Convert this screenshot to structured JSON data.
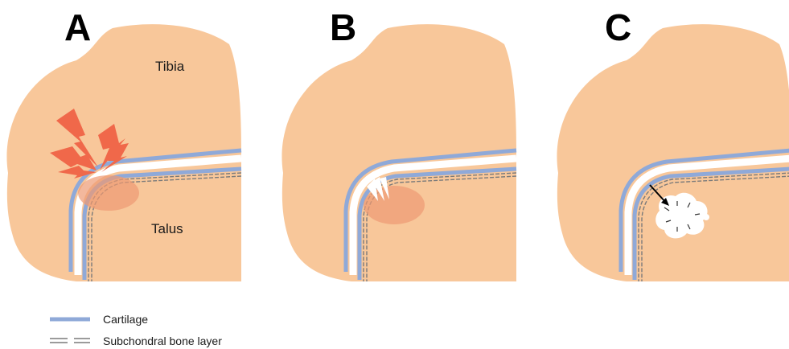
{
  "panels": [
    {
      "letter": "A",
      "labels": {
        "upper": "Tibia",
        "lower": "Talus"
      }
    },
    {
      "letter": "B"
    },
    {
      "letter": "C"
    }
  ],
  "legend": {
    "cartilage": "Cartilage",
    "subchondral": "Subchondral bone layer"
  },
  "colors": {
    "bone": "#f8c79a",
    "cartilage": "#8fa9d8",
    "subchondral": "#7a7a7a",
    "impact": "#f0684a",
    "bruise": "#ee9a74"
  }
}
